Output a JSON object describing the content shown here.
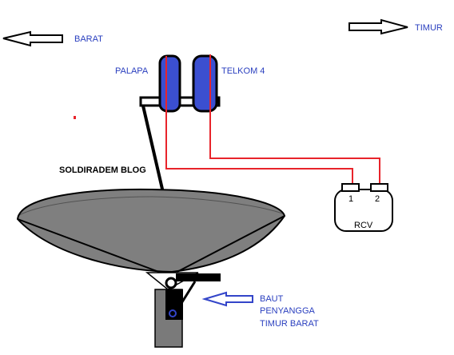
{
  "directions": {
    "west": "BARAT",
    "east": "TIMUR"
  },
  "lnb": {
    "left": "PALAPA",
    "right": "TELKOM 4"
  },
  "blog_title": "SOLDIRADEM BLOG",
  "receiver": {
    "label": "RCV",
    "port_1": "1",
    "port_2": "2"
  },
  "bolt_note": {
    "line1": "BAUT",
    "line2": "PENYANGGA",
    "line3": "TIMUR BARAT"
  },
  "colors": {
    "cable": "#e8242b",
    "lnb_fill": "#3b4fd0",
    "dish_fill": "#808080",
    "text_blue": "#2a3fbf",
    "arrow_blue": "#3345c9"
  }
}
